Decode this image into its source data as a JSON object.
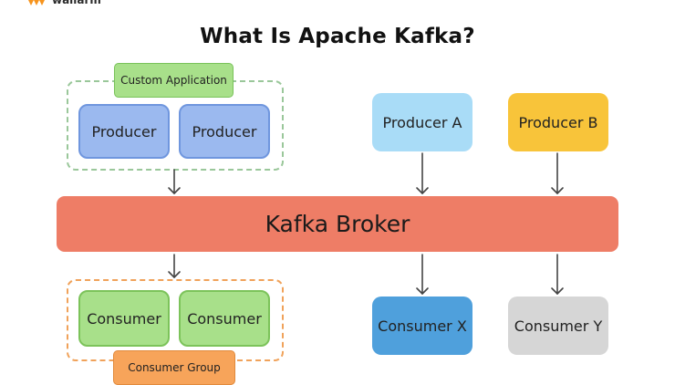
{
  "logo": {
    "text": "wallarm"
  },
  "title": "What Is Apache Kafka?",
  "custom_application": {
    "label": "Custom Application",
    "producers": [
      "Producer",
      "Producer"
    ]
  },
  "producer_a": "Producer A",
  "producer_b": "Producer B",
  "broker": "Kafka Broker",
  "consumer_group": {
    "label": "Consumer Group",
    "consumers": [
      "Consumer",
      "Consumer"
    ]
  },
  "consumer_x": "Consumer X",
  "consumer_y": "Consumer Y",
  "colors": {
    "broker": "#ee7d66",
    "producer_blue": "#9bb9ef",
    "producer_a": "#a9dcf7",
    "producer_b": "#f8c43a",
    "consumer_green": "#a8e08a",
    "consumer_x": "#4fa0dc",
    "consumer_y": "#d6d6d6",
    "custom_application_tag": "#a8e08a",
    "consumer_group_tag": "#f7a45a"
  }
}
